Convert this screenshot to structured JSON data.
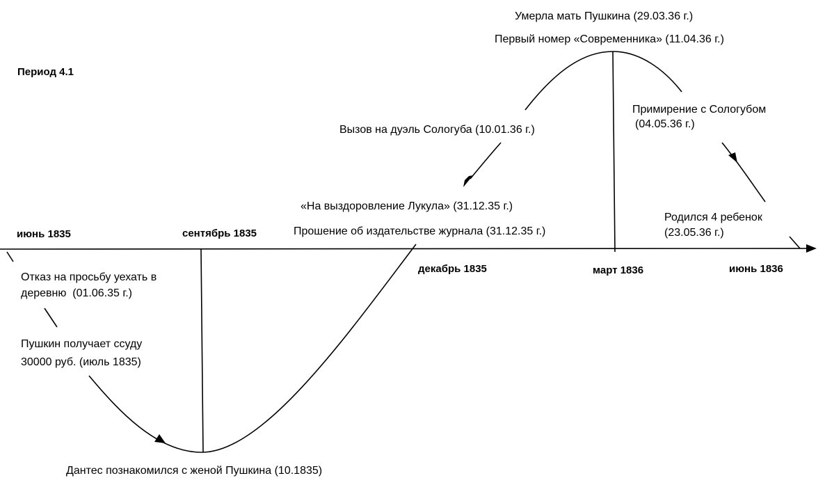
{
  "title": "Период 4.1",
  "axis": {
    "labels": [
      "июнь 1835",
      "сентябрь 1835",
      "декабрь 1835",
      "март 1836",
      "июнь 1836"
    ]
  },
  "events": [
    {
      "lines": [
        "Умерла мать Пушкина (29.03.36 г.)"
      ]
    },
    {
      "lines": [
        "Первый номер «Современника» (11.04.36 г.)"
      ]
    },
    {
      "lines": [
        "Вызов на дуэль Сологуба (10.01.36 г.)"
      ]
    },
    {
      "lines": [
        "«На выздоровление Лукула» (31.12.35 г.)"
      ]
    },
    {
      "lines": [
        "Прошение об издательстве журнала (31.12.35 г.)"
      ]
    },
    {
      "lines": [
        "Примирение с Сологубом",
        "(04.05.36 г.)"
      ]
    },
    {
      "lines": [
        "Родился 4 ребенок",
        "(23.05.36 г.)"
      ]
    },
    {
      "lines": [
        "Отказ на просьбу уехать в",
        "деревню  (01.06.35 г.)"
      ]
    },
    {
      "lines": [
        "Пушкин получает ссуду",
        "30000 руб. (июль 1835)"
      ]
    },
    {
      "lines": [
        "Дантес познакомился с женой Пушкина (10.1835)"
      ]
    }
  ],
  "colors": {
    "line": "#000000",
    "background": "#ffffff"
  }
}
